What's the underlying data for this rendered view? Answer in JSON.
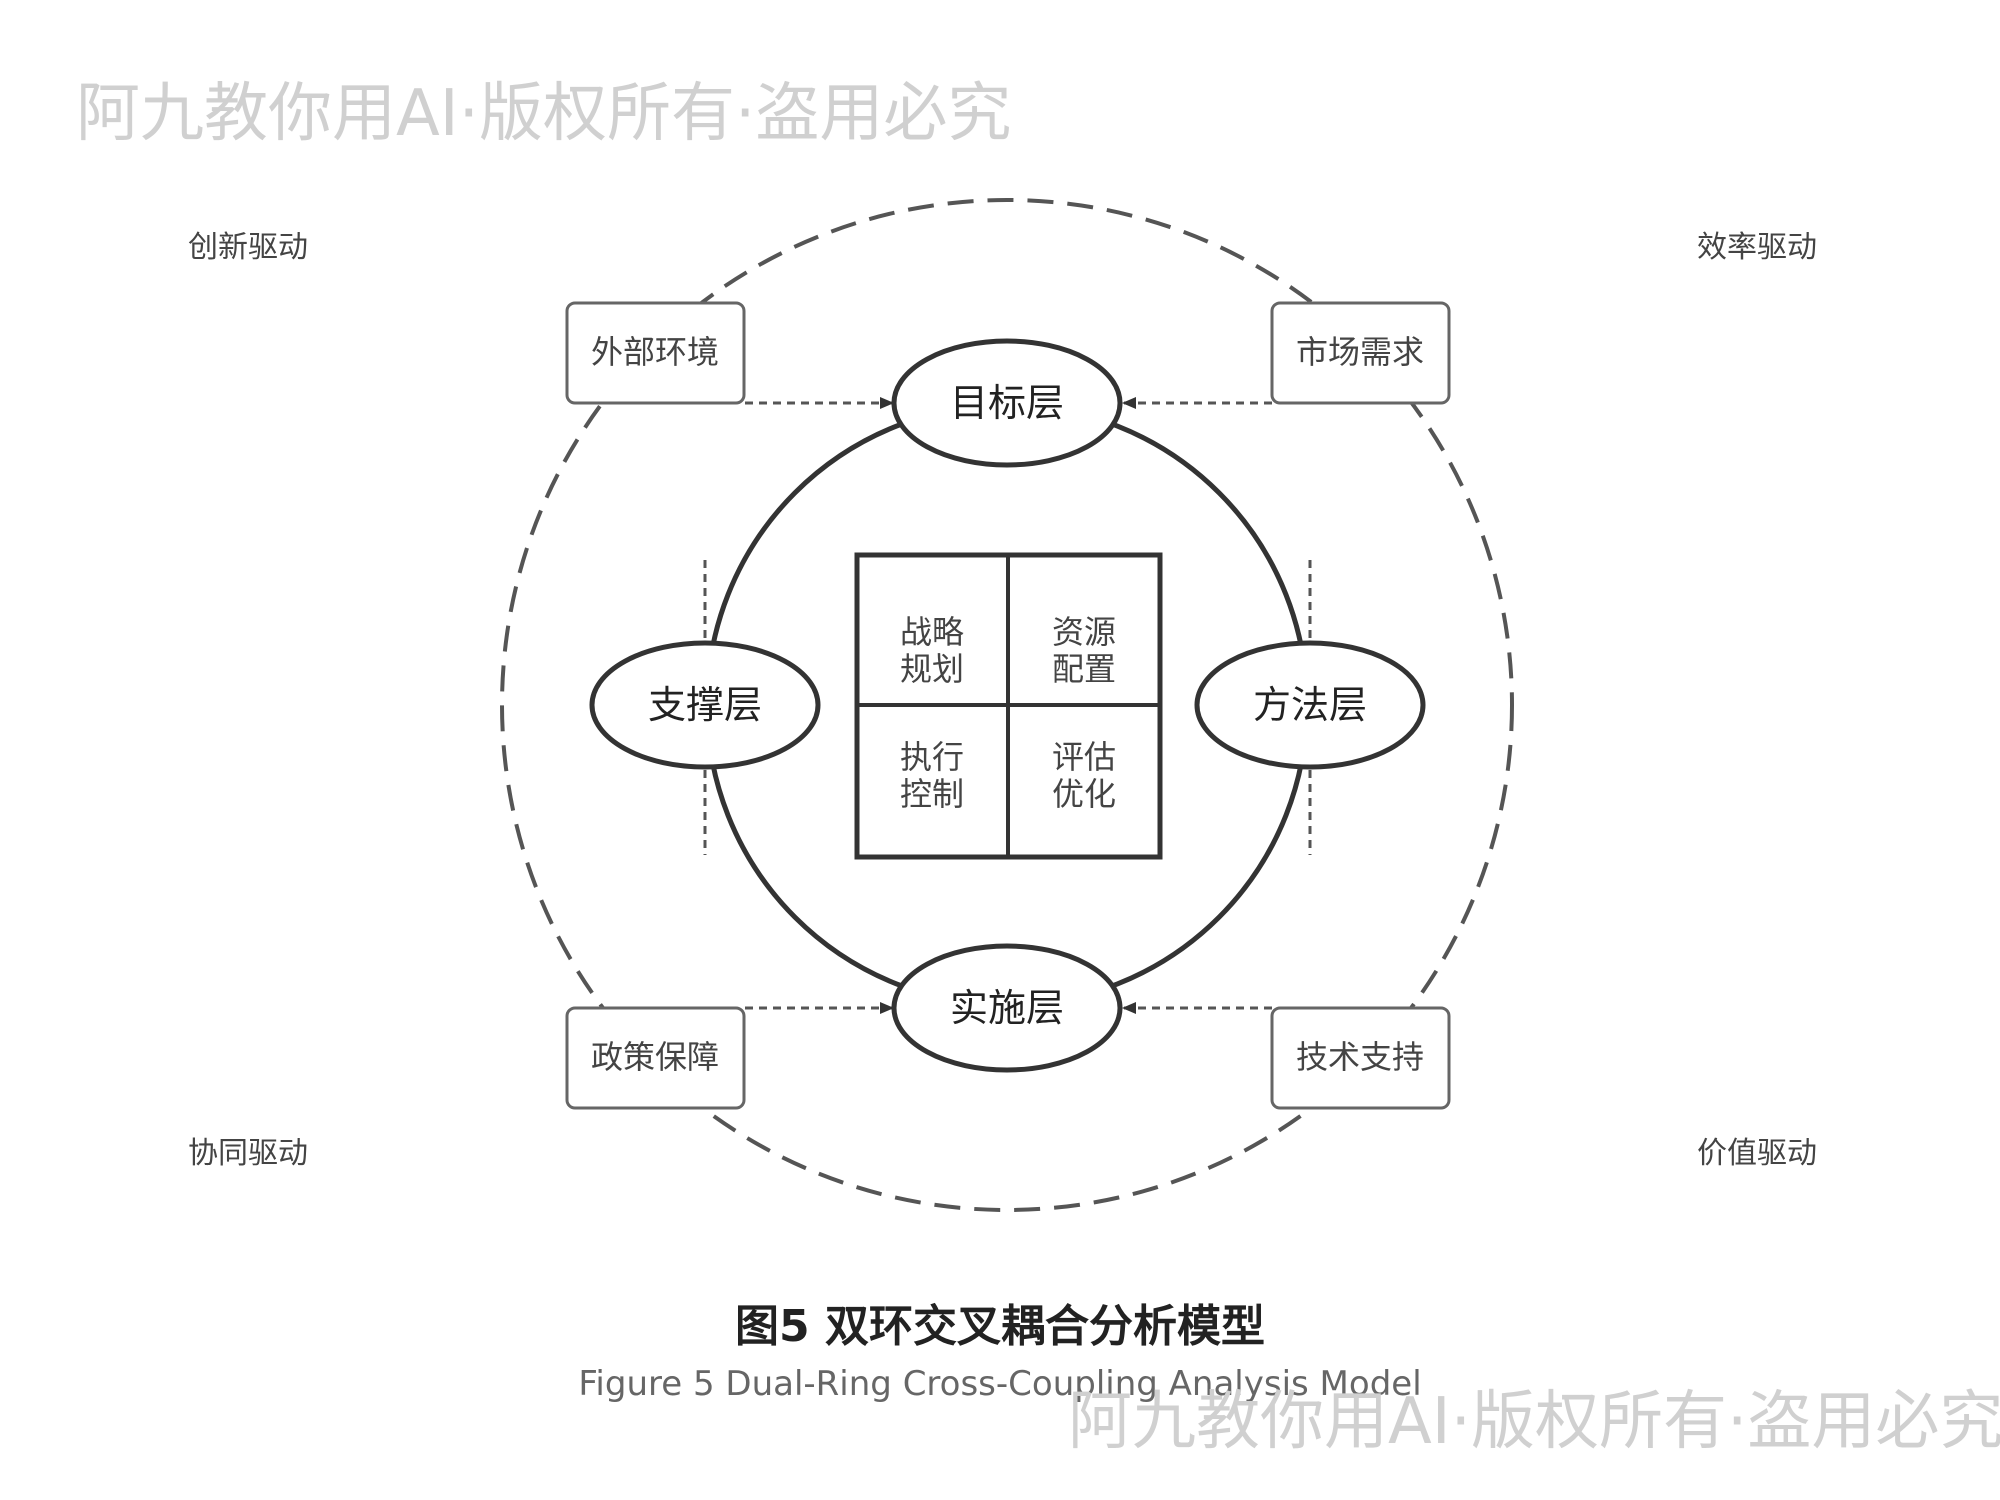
{
  "watermarks": [
    "阿九教你用AI·版权所有·盗用必究",
    "阿九教你用AI·版权所有·盗用必究"
  ],
  "drivers": {
    "top_left": "创新驱动",
    "top_right": "效率驱动",
    "bottom_left": "协同驱动",
    "bottom_right": "价值驱动"
  },
  "factors": {
    "top_left": "外部环境",
    "top_right": "市场需求",
    "bottom_left": "政策保障",
    "bottom_right": "技术支持"
  },
  "layers": {
    "top": "目标层",
    "bottom": "实施层",
    "left": "支撑层",
    "right": "方法层"
  },
  "grid": [
    [
      "战略",
      "规划"
    ],
    [
      "资源",
      "配置"
    ],
    [
      "执行",
      "控制"
    ],
    [
      "评估",
      "优化"
    ]
  ],
  "caption": {
    "cn": "图5 双环交叉耦合分析模型",
    "en": "Figure 5 Dual-Ring Cross-Coupling Analysis Model"
  },
  "colors": {
    "stroke": "#333333",
    "dashed": "#555555",
    "text": "#333333"
  }
}
